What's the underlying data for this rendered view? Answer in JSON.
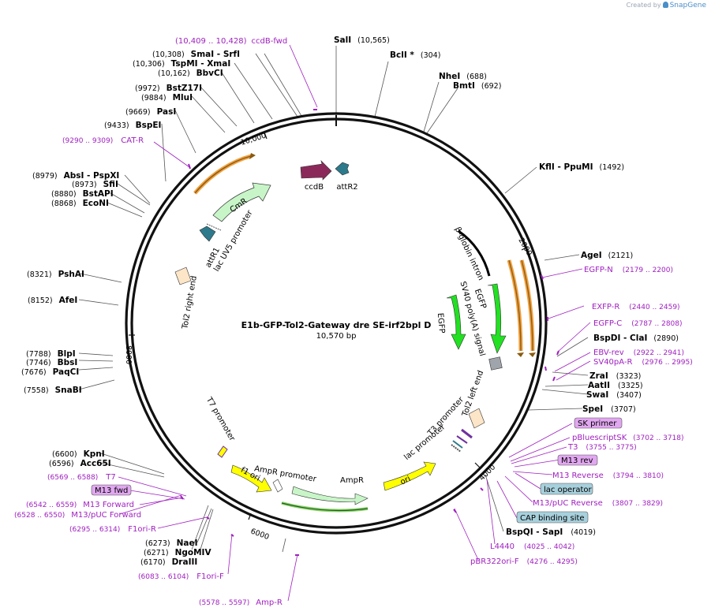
{
  "credit": {
    "created_by": "Created by",
    "brand": "SnapGene"
  },
  "plasmid": {
    "name": "E1b-GFP-Tol2-Gateway dre SE-irf2bpl D",
    "size": "10,570 bp"
  },
  "ticks": [
    "10,000",
    "2000",
    "4000",
    "6000",
    "8000"
  ],
  "colors": {
    "primer": "#a020c0",
    "backbone": "#111111",
    "ccdB": "#8b2a5a",
    "attR": "#2c7a8c",
    "cmR": "#c8f5c8",
    "egfp": "#22e022",
    "ori": "#ffff00",
    "highlight_orange": "#f0a040",
    "rbox_blue": "#a7d0dc",
    "rbox_purple": "#e1a7f0"
  },
  "features": {
    "ccdB": "ccdB",
    "attR2": "attR2",
    "attR1": "attR1",
    "CmR": "CmR",
    "lacUV5": "lac UV5 promoter",
    "tol2_right": "Tol2 right end",
    "beta_globin": "β-globin intron",
    "egfp_inner": "EGFP",
    "sv40": "SV40 poly(A) signal",
    "egfp_outer": "EGFP",
    "tol2_left": "Tol2 left end",
    "t3_promoter": "T3 promoter",
    "lac_promoter": "lac promoter",
    "ori": "ori",
    "ampR": "AmpR",
    "ampR_promoter": "AmpR promoter",
    "f1_ori": "f1 ori",
    "t7_promoter": "T7 promoter"
  },
  "labels": [
    {
      "kind": "primer",
      "pos": "(10,409 .. 10,428)",
      "name": "ccdB-fwd"
    },
    {
      "kind": "enzyme",
      "name": "SalI",
      "pos": "(10,565)"
    },
    {
      "kind": "enzyme",
      "name": "BclI *",
      "pos": "(304)"
    },
    {
      "kind": "enzyme",
      "name": "NheI",
      "pos": "(688)"
    },
    {
      "kind": "enzyme",
      "name": "BmtI",
      "pos": "(692)"
    },
    {
      "kind": "enzyme",
      "name": "KflI  - PpuMI",
      "pos": "(1492)"
    },
    {
      "kind": "enzyme",
      "name": "AgeI",
      "pos": "(2121)"
    },
    {
      "kind": "primer",
      "name": "EGFP-N",
      "pos": "(2179 .. 2200)"
    },
    {
      "kind": "primer",
      "name": "EXFP-R",
      "pos": "(2440 .. 2459)"
    },
    {
      "kind": "primer",
      "name": "EGFP-C",
      "pos": "(2787 .. 2808)"
    },
    {
      "kind": "enzyme",
      "name": "BspDI  - ClaI",
      "pos": "(2890)"
    },
    {
      "kind": "primer",
      "name": "EBV-rev",
      "pos": "(2922 .. 2941)"
    },
    {
      "kind": "primer",
      "name": "SV40pA-R",
      "pos": "(2976 .. 2995)"
    },
    {
      "kind": "enzyme",
      "name": "ZraI",
      "pos": "(3323)"
    },
    {
      "kind": "enzyme",
      "name": "AatII",
      "pos": "(3325)"
    },
    {
      "kind": "enzyme",
      "name": "SwaI",
      "pos": "(3407)"
    },
    {
      "kind": "enzyme",
      "name": "SpeI",
      "pos": "(3707)"
    },
    {
      "kind": "primer_box",
      "name": "SK primer"
    },
    {
      "kind": "primer",
      "name": "pBluescriptSK",
      "pos": "(3702 .. 3718)"
    },
    {
      "kind": "primer",
      "name": "T3",
      "pos": "(3755 .. 3775)"
    },
    {
      "kind": "primer_box",
      "name": "M13 rev"
    },
    {
      "kind": "primer",
      "name": "M13 Reverse",
      "pos": "(3794 .. 3810)"
    },
    {
      "kind": "feature_box",
      "name": "lac operator"
    },
    {
      "kind": "primer",
      "name": "M13/pUC Reverse",
      "pos": "(3807 .. 3829)"
    },
    {
      "kind": "feature_box",
      "name": "CAP binding site"
    },
    {
      "kind": "enzyme",
      "name": "BspQI  - SapI",
      "pos": "(4019)"
    },
    {
      "kind": "primer",
      "name": "L4440",
      "pos": "(4025 .. 4042)"
    },
    {
      "kind": "primer",
      "name": "pBR322ori-F",
      "pos": "(4276 .. 4295)"
    },
    {
      "kind": "primer",
      "name": "Amp-R",
      "pos": "(5578 .. 5597)"
    },
    {
      "kind": "primer",
      "name": "F1ori-F",
      "pos": "(6083 .. 6104)"
    },
    {
      "kind": "enzyme",
      "name": "DraIII",
      "pos": "(6170)"
    },
    {
      "kind": "enzyme",
      "name": "NgoMIV",
      "pos": "(6271)"
    },
    {
      "kind": "enzyme",
      "name": "NaeI",
      "pos": "(6273)"
    },
    {
      "kind": "primer",
      "name": "F1ori-R",
      "pos": "(6295 .. 6314)"
    },
    {
      "kind": "primer",
      "name": "M13/pUC Forward",
      "pos": "(6528 .. 6550)"
    },
    {
      "kind": "primer",
      "name": "M13 Forward",
      "pos": "(6542 .. 6559)"
    },
    {
      "kind": "primer_box",
      "name": "M13 fwd"
    },
    {
      "kind": "primer",
      "name": "T7",
      "pos": "(6569 .. 6588)"
    },
    {
      "kind": "enzyme",
      "name": "Acc65I",
      "pos": "(6596)"
    },
    {
      "kind": "enzyme",
      "name": "KpnI",
      "pos": "(6600)"
    },
    {
      "kind": "enzyme",
      "name": "SnaBI",
      "pos": "(7558)"
    },
    {
      "kind": "enzyme",
      "name": "PaqCI",
      "pos": "(7676)"
    },
    {
      "kind": "enzyme",
      "name": "BbsI",
      "pos": "(7746)"
    },
    {
      "kind": "enzyme",
      "name": "BlpI",
      "pos": "(7788)"
    },
    {
      "kind": "enzyme",
      "name": "AfeI",
      "pos": "(8152)"
    },
    {
      "kind": "enzyme",
      "name": "PshAI",
      "pos": "(8321)"
    },
    {
      "kind": "enzyme",
      "name": "EcoNI",
      "pos": "(8868)"
    },
    {
      "kind": "enzyme",
      "name": "BstAPI",
      "pos": "(8880)"
    },
    {
      "kind": "enzyme",
      "name": "SfiI",
      "pos": "(8973)"
    },
    {
      "kind": "enzyme",
      "name": "AbsI  - PspXI",
      "pos": "(8979)"
    },
    {
      "kind": "primer",
      "name": "CAT-R",
      "pos": "(9290 .. 9309)"
    },
    {
      "kind": "enzyme",
      "name": "BspEI",
      "pos": "(9433)"
    },
    {
      "kind": "enzyme",
      "name": "PasI",
      "pos": "(9669)"
    },
    {
      "kind": "enzyme",
      "name": "MluI",
      "pos": "(9884)"
    },
    {
      "kind": "enzyme",
      "name": "BstZ17I",
      "pos": "(9972)"
    },
    {
      "kind": "enzyme",
      "name": "BbvCI",
      "pos": "(10,162)"
    },
    {
      "kind": "enzyme",
      "name": "TspMI  - XmaI",
      "pos": "(10,306)"
    },
    {
      "kind": "enzyme",
      "name": "SmaI  - SrfI",
      "pos": "(10,308)"
    }
  ]
}
